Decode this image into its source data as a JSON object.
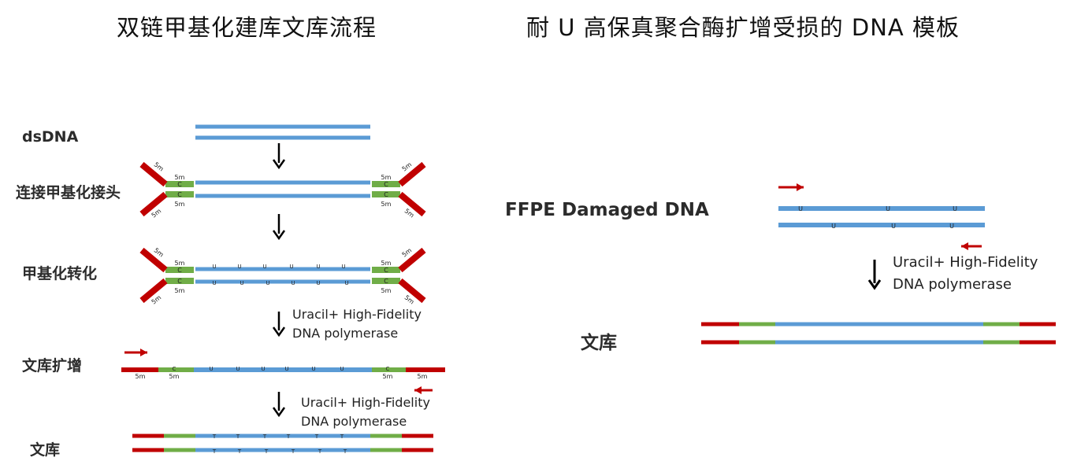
{
  "left_panel": {
    "title": "双链甲基化建库文库流程",
    "steps": {
      "dsdna": "dsDNA",
      "ligate": "连接甲基化接头",
      "convert": "甲基化转化",
      "amplify": "文库扩增",
      "library": "文库"
    },
    "polymerase_line1": "Uracil+ High-Fidelity",
    "polymerase_line2": "DNA polymerase"
  },
  "right_panel": {
    "title": "耐 U 高保真聚合酶扩增受损的 DNA 模板",
    "sample_label": "FFPE Damaged DNA",
    "polymerase_line1": "Uracil+ High-Fidelity",
    "polymerase_line2": "DNA polymerase",
    "library_label": "文库"
  },
  "marks": {
    "methyl": "5m",
    "cytosine": "C",
    "uracil": "U",
    "thymine": "T"
  },
  "colors": {
    "dna_blue": "#5b9bd5",
    "adapter_green": "#70ad47",
    "adapter_red": "#c00000",
    "arrow_black": "#000000"
  }
}
